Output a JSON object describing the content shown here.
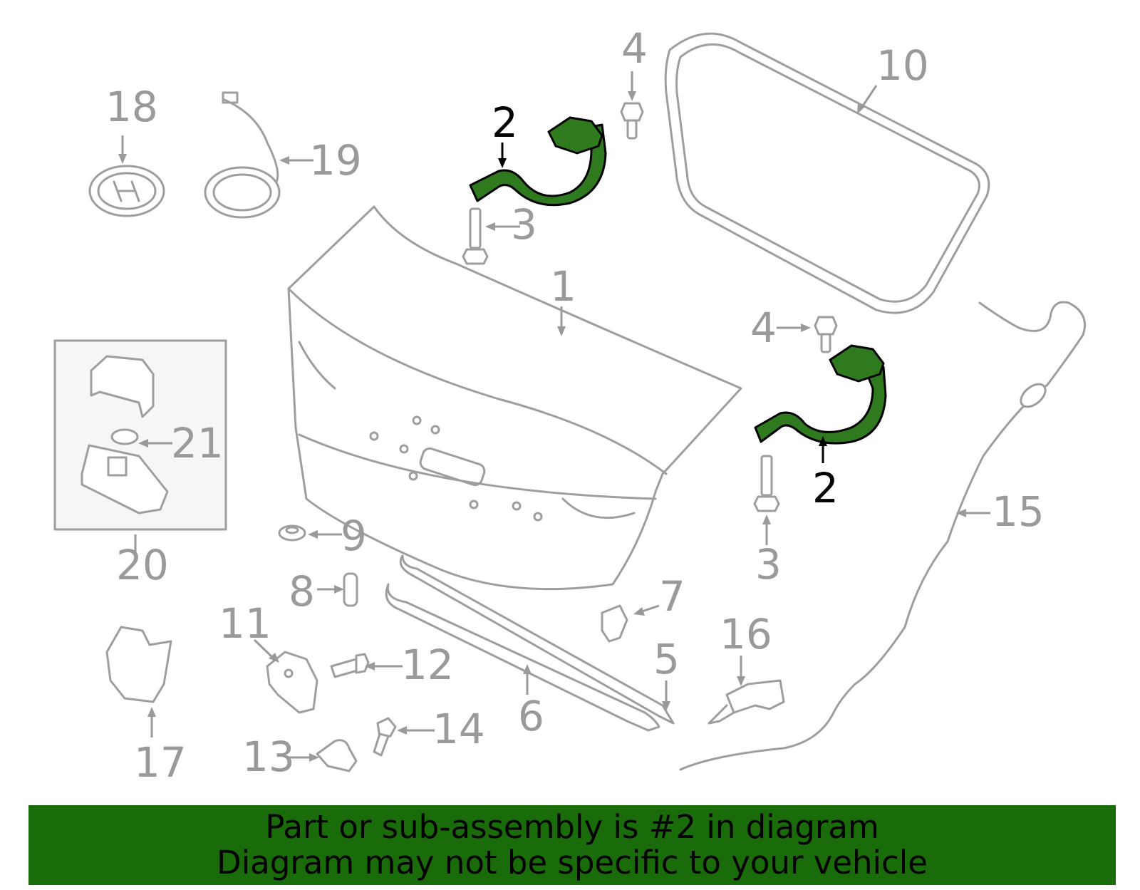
{
  "diagram": {
    "callouts": {
      "c1": "1",
      "c2a": "2",
      "c2b": "2",
      "c3a": "3",
      "c3b": "3",
      "c4a": "4",
      "c4b": "4",
      "c5": "5",
      "c6": "6",
      "c7": "7",
      "c8": "8",
      "c9": "9",
      "c10": "10",
      "c11": "11",
      "c12": "12",
      "c13": "13",
      "c14": "14",
      "c15": "15",
      "c16": "16",
      "c17": "17",
      "c18": "18",
      "c19": "19",
      "c20": "20",
      "c21": "21"
    },
    "highlight_color": "#2f7a1f",
    "line_color": "#9e9e9e"
  },
  "footer": {
    "line1": "Part or sub-assembly is #2 in diagram",
    "line2": "Diagram may not be specific to your vehicle",
    "background": "#1a6b0a"
  }
}
